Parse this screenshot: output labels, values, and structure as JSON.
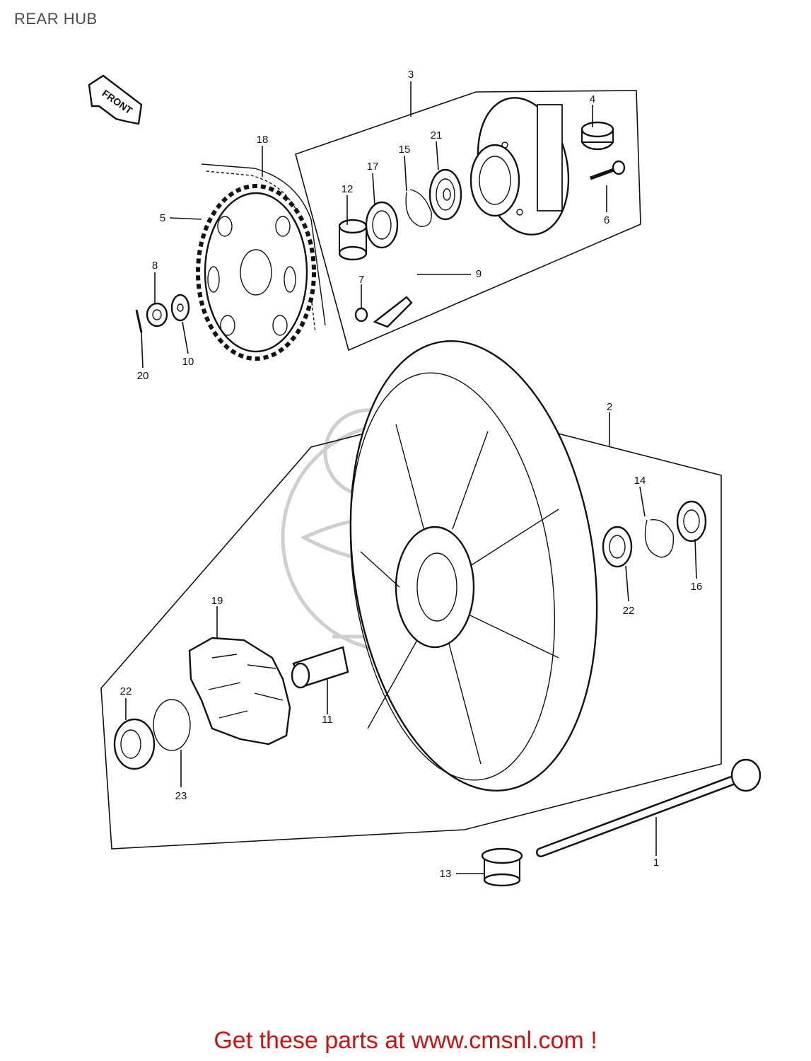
{
  "title": "REAR HUB",
  "footer": "Get these parts at www.cmsnl.com !",
  "front_badge": "FRONT",
  "parts": [
    {
      "label": "1"
    },
    {
      "label": "2"
    },
    {
      "label": "3"
    },
    {
      "label": "4"
    },
    {
      "label": "5"
    },
    {
      "label": "6"
    },
    {
      "label": "7"
    },
    {
      "label": "8"
    },
    {
      "label": "9"
    },
    {
      "label": "10"
    },
    {
      "label": "11"
    },
    {
      "label": "12"
    },
    {
      "label": "13"
    },
    {
      "label": "14"
    },
    {
      "label": "15"
    },
    {
      "label": "16"
    },
    {
      "label": "17"
    },
    {
      "label": "18"
    },
    {
      "label": "19"
    },
    {
      "label": "20"
    },
    {
      "label": "21"
    },
    {
      "label": "22"
    },
    {
      "label": "22"
    },
    {
      "label": "23"
    }
  ],
  "colors": {
    "footer_text": "#cc1111",
    "title_text": "#4a4a4a",
    "line_art": "#111111"
  }
}
